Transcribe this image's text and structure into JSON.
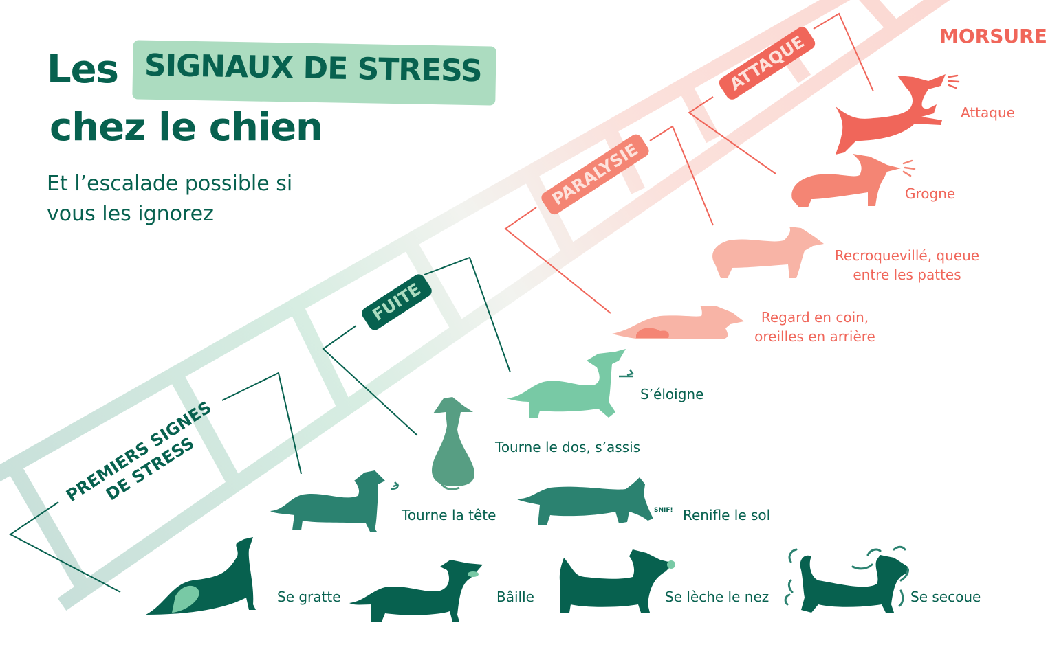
{
  "title": {
    "prefix": "Les",
    "highlight": "SIGNAUX DE STRESS",
    "line2": "chez le chien",
    "subtitle_line1": "Et l’escalade possible si",
    "subtitle_line2": "vous les ignorez"
  },
  "top_label": "MORSURE",
  "colors": {
    "dark_green": "#07614f",
    "mid_green": "#2b8270",
    "light_green": "#78c9a5",
    "highlight_green": "#acdcc0",
    "red": "#f0665a",
    "salmon": "#f48574",
    "pink": "#f8b4a6"
  },
  "stages": [
    {
      "name": "PREMIERS SIGNES DE STRESS",
      "line1": "PREMIERS SIGNES",
      "line2": "DE STRESS"
    },
    {
      "name": "FUITE"
    },
    {
      "name": "PARALYSIE"
    },
    {
      "name": "ATTAQUE"
    }
  ],
  "signals": {
    "se_gratte": "Se gratte",
    "baille": "Bâille",
    "se_leche_le_nez": "Se lèche le nez",
    "se_secoue": "Se secoue",
    "tourne_la_tete": "Tourne la tête",
    "renifle_le_sol": "Renifle le sol",
    "snif": "SNIF!",
    "tourne_le_dos": "Tourne le dos, s’assis",
    "s_eloigne": "S’éloigne",
    "regard_line1": "Regard en coin,",
    "regard_line2": "oreilles en arrière",
    "recroq_line1": "Recroquevillé, queue",
    "recroq_line2": "entre les pattes",
    "grogne": "Grogne",
    "attaque": "Attaque"
  }
}
